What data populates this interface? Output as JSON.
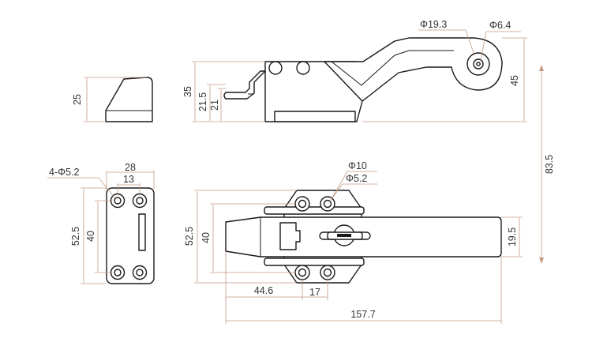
{
  "colors": {
    "outline": "#1a1a1a",
    "dimension": "#c49a84",
    "text": "#333333",
    "background": "#ffffff"
  },
  "side_view": {
    "d_phi193": "Φ19.3",
    "d_phi64": "Φ6.4",
    "d_35": "35",
    "d_215": "21.5",
    "d_21": "21",
    "d_45": "45"
  },
  "striker_side": {
    "d_25": "25"
  },
  "striker_top": {
    "d_4phi52": "4-Φ5.2",
    "d_28": "28",
    "d_13": "13",
    "d_525": "52.5",
    "d_40": "40"
  },
  "top_view": {
    "d_phi10": "Φ10",
    "d_phi52": "Φ5.2",
    "d_525": "52.5",
    "d_40": "40",
    "d_195": "19.5",
    "d_446": "44.6",
    "d_17": "17",
    "d_1577": "157.7"
  },
  "overall": {
    "d_835": "83.5"
  }
}
